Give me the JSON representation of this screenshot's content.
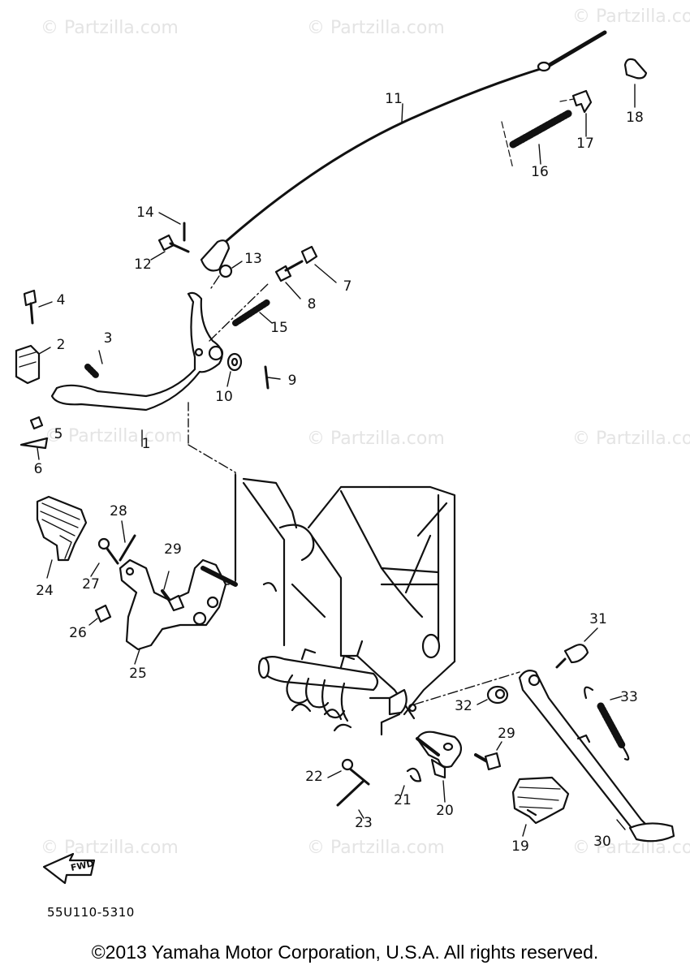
{
  "watermark": "© Partzilla.com",
  "fwd_label": "FWD",
  "diagram_code": "55U110-5310",
  "copyright": "©2013  Yamaha Motor Corporation, U.S.A. All rights reserved.",
  "callouts": [
    "1",
    "2",
    "3",
    "4",
    "5",
    "6",
    "7",
    "8",
    "9",
    "10",
    "11",
    "12",
    "13",
    "14",
    "15",
    "16",
    "17",
    "18",
    "19",
    "20",
    "21",
    "22",
    "23",
    "24",
    "25",
    "26",
    "27",
    "28",
    "29",
    "29",
    "30",
    "31",
    "32",
    "33"
  ],
  "colors": {
    "line": "#111111",
    "watermark": "#e4e4e4",
    "background": "#ffffff"
  }
}
